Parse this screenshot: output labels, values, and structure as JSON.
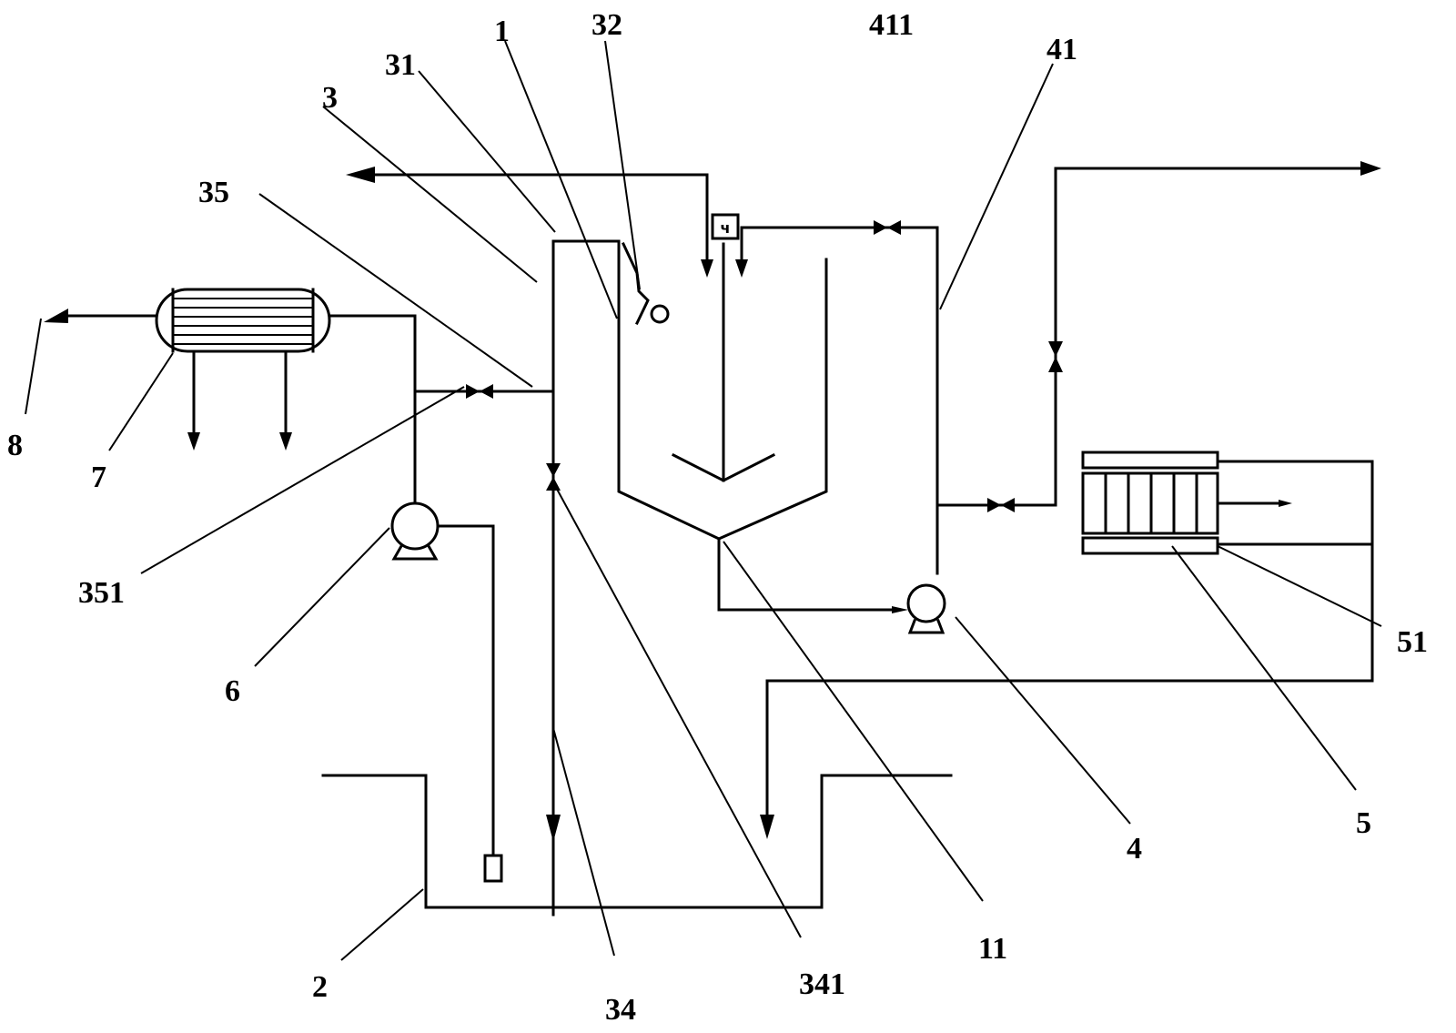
{
  "labels": {
    "l1": "1",
    "l2": "2",
    "l3": "3",
    "l4": "4",
    "l5": "5",
    "l6": "6",
    "l7": "7",
    "l8": "8",
    "l11": "11",
    "l31": "31",
    "l32": "32",
    "l34": "34",
    "l35": "35",
    "l41": "41",
    "l51": "51",
    "l341": "341",
    "l351": "351",
    "l411": "411"
  },
  "instrument_glyph": "ч",
  "colors": {
    "line": "#000000",
    "background": "#ffffff"
  }
}
